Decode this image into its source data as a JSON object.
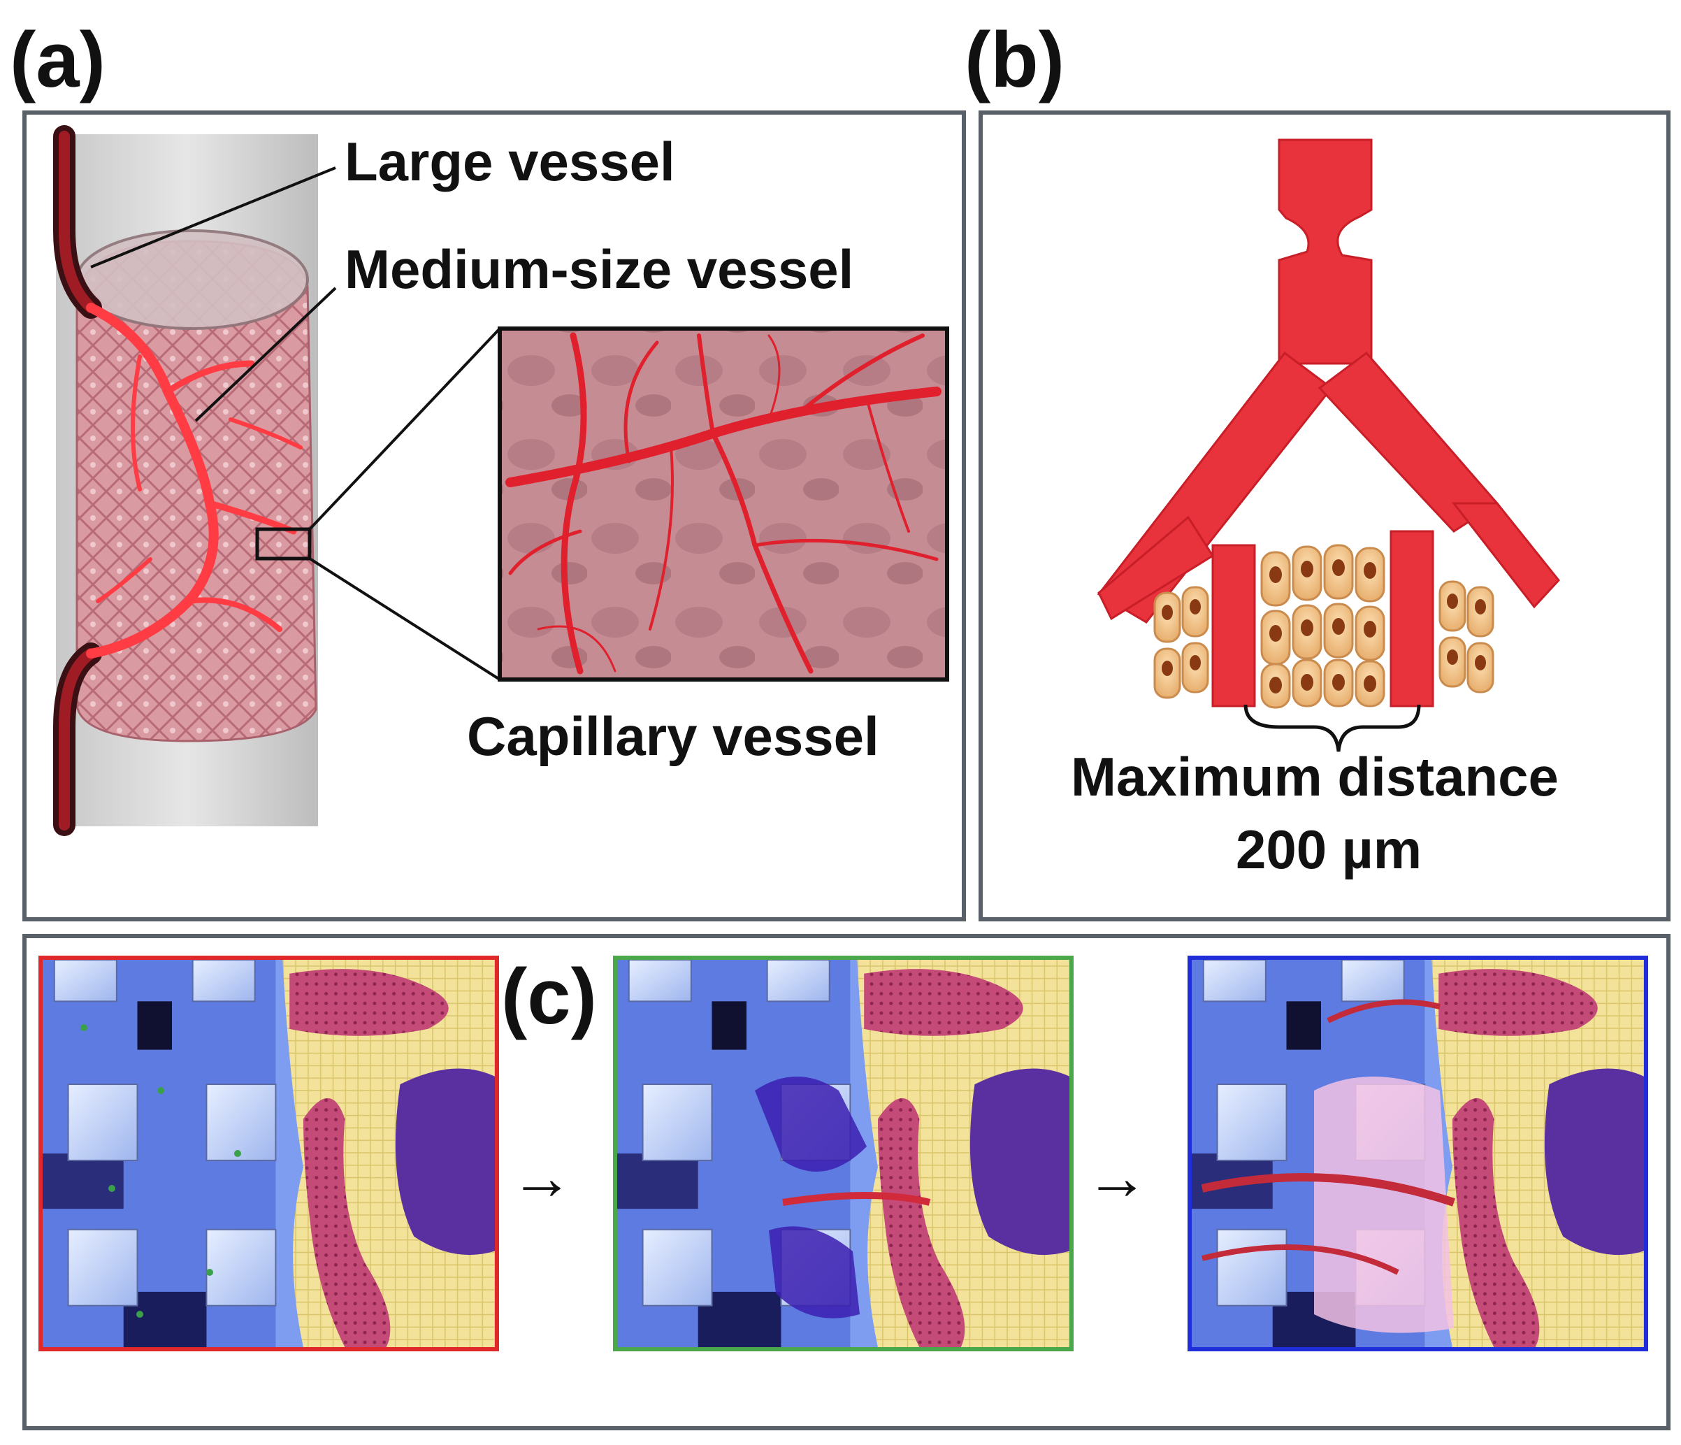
{
  "panels": {
    "a": {
      "letter": "(a)",
      "labels": {
        "large": "Large vessel",
        "medium": "Medium-size vessel",
        "capillary": "Capillary vessel"
      }
    },
    "b": {
      "letter": "(b)",
      "caption_line1": "Maximum distance",
      "caption_line2": "200 µm"
    },
    "c": {
      "letter": "(c)",
      "stage_frame_colors": [
        "#e0282a",
        "#4aa84a",
        "#1f2ed8"
      ],
      "arrow_glyph": "→"
    }
  },
  "colors": {
    "vessel_red": "#e8323c",
    "frame_gray": "#5a6068",
    "tissue_pink": "#c98a92",
    "scaffold_blue": "#7f9df0",
    "bone_yellow": "#f3e39a"
  },
  "icons": [
    "vessel-tree-icon",
    "cell-cluster-icon",
    "scaffold-cube-icon",
    "arrow-right-icon"
  ]
}
